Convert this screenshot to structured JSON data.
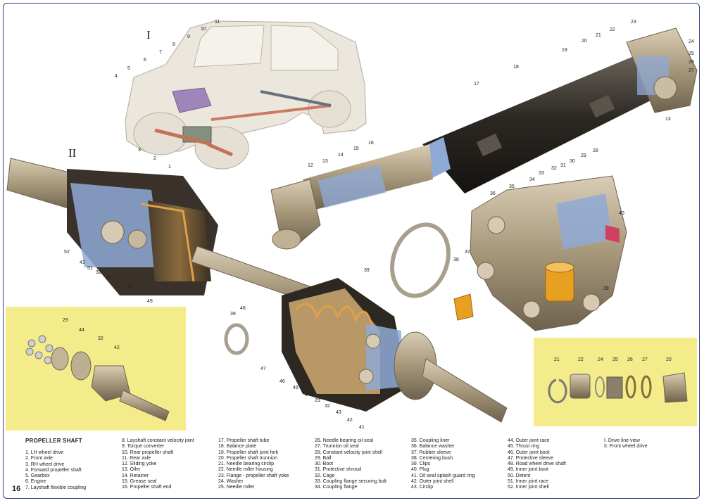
{
  "page_number": "16",
  "section_title": "PROPELLER SHAFT",
  "view_labels": {
    "view_1": "I",
    "view_2": "II"
  },
  "callout_numbers": {
    "view1": [
      "1",
      "2",
      "3",
      "4",
      "5",
      "6",
      "7",
      "8",
      "9",
      "10",
      "11"
    ],
    "shaft": [
      "12",
      "13",
      "14",
      "15",
      "16",
      "17",
      "18",
      "18",
      "19",
      "20",
      "21",
      "22",
      "23",
      "24",
      "25",
      "26",
      "27",
      "13"
    ],
    "coupling": [
      "28",
      "29",
      "30",
      "31",
      "32",
      "33",
      "34",
      "35",
      "36",
      "37",
      "38",
      "39",
      "40"
    ],
    "joint": [
      "52",
      "43",
      "51",
      "32",
      "45",
      "50",
      "49",
      "39",
      "48",
      "47",
      "46",
      "45",
      "44",
      "29",
      "32",
      "43",
      "42",
      "41",
      "39"
    ],
    "inset_left": [
      "29",
      "44",
      "32",
      "42"
    ],
    "inset_right": [
      "21",
      "22",
      "24",
      "25",
      "26",
      "27",
      "20"
    ]
  },
  "legend": {
    "col1": [
      "1. LH wheel drive",
      "2. Front axle",
      "3. RH wheel drive",
      "4. Forward propeller shaft",
      "5. Gearbox",
      "6. Engine",
      "7. Layshaft flexible coupling"
    ],
    "col2": [
      "8. Layshaft constant velocity joint",
      "9. Torque converter",
      "10. Rear propeller shaft",
      "11. Rear axle",
      "12. Sliding yoke",
      "13. Oiler",
      "14. Retainer",
      "15. Grease seal",
      "16. Propeller shaft end"
    ],
    "col3": [
      "17. Propeller shaft tube",
      "18. Balance plate",
      "19. Propeller shaft joint fork",
      "20. Propeller shaft trunnion",
      "21. Needle bearing circlip",
      "22. Needle roller housing",
      "23. Flange - propeller shaft yoke",
      "24. Washer",
      "25. Needle roller"
    ],
    "col4": [
      "26. Needle bearing oil seal",
      "27. Trunnion oil seal",
      "28. Constant velocity joint shell",
      "29. Ball",
      "30. Boot",
      "31. Protective shroud",
      "32. Cage",
      "33. Coupling flange securing bolt",
      "34. Coupling flange"
    ],
    "col5": [
      "35. Coupling liner",
      "36. Balance washer",
      "37. Rubber sleeve",
      "38. Centering bush",
      "39. Clips",
      "40. Plug",
      "41. Oil seal splash guard ring",
      "42. Outer joint shell",
      "43. Circlip"
    ],
    "col6": [
      "44. Outer joint race",
      "45. Thrust ring",
      "46. Outer joint boot",
      "47. Protective sleeve",
      "48. Road wheel drive shaft",
      "49. Inner joint boot",
      "50. Detent",
      "51. Inner joint race",
      "52. Inner joint shell"
    ],
    "col7": [
      "I.   Drive line view",
      "II.  Front wheel drive"
    ]
  },
  "colors": {
    "frame": "#2d3f8f",
    "inset_yellow": "#f4ec8b",
    "metal_dark": "#3a3530",
    "metal_light": "#b8a98d",
    "cutaway_blue": "#8fa9d6",
    "boot_orange": "#e0a04a"
  }
}
